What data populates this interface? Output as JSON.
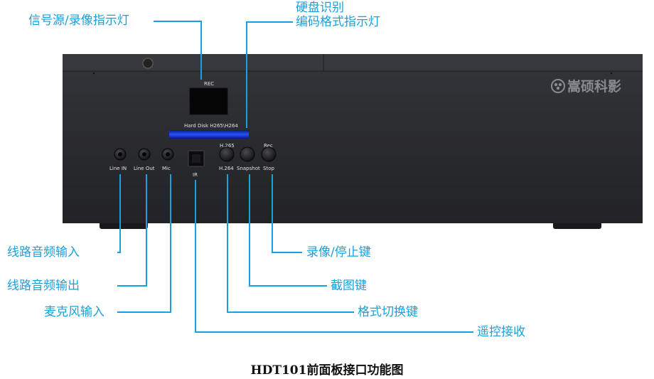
{
  "callouts": {
    "signal_rec_led": "信号源/录像指示灯",
    "hdd_codec_led_1": "硬盘识别",
    "hdd_codec_led_2": "编码格式指示灯",
    "line_in": "线路音频输入",
    "line_out": "线路音频输出",
    "mic_in": "麦克风输入",
    "rec_stop_key": "录像/停止键",
    "snapshot_key": "截图键",
    "format_switch_key": "格式切换键",
    "ir_receiver": "遥控接收"
  },
  "panel_labels": {
    "rec_led": "REC",
    "indicator_strip": "Hard Disk  H265\\H264",
    "line_in": "Line IN",
    "line_out": "Line Out",
    "mic": "Mic",
    "ir": "IR",
    "btn_h265": "H.265",
    "btn_rec": "Rec",
    "btn_h264": "H.264",
    "btn_snapshot": "Snapshot",
    "btn_stop": "Stop"
  },
  "logo_text": "嵩硕科影",
  "caption": "HDT101前面板接口功能图",
  "colors": {
    "callout": "#1aa0dc",
    "chassis": "#2b2c30",
    "chassis_top": "#3c3d42",
    "led_strip": "#1030d8"
  }
}
